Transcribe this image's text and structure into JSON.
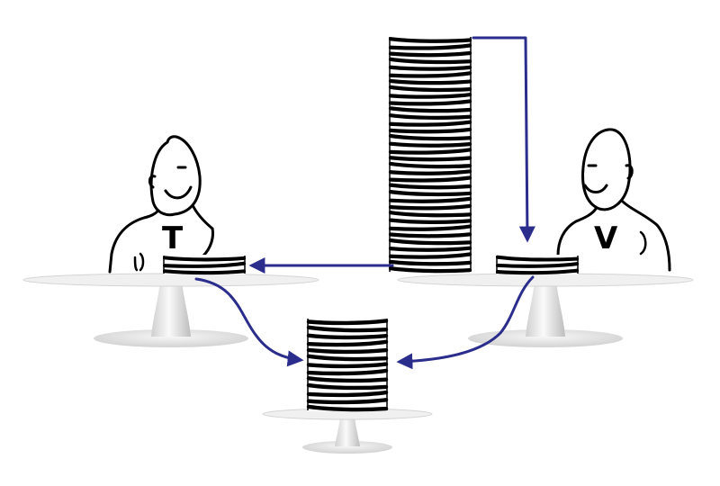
{
  "people": {
    "left": {
      "letter": "T"
    },
    "right": {
      "letter": "V"
    }
  },
  "stacks": {
    "source": {
      "plates": 34
    },
    "left": {
      "plates": 3
    },
    "right": {
      "plates": 3
    },
    "combined": {
      "plates": 13
    }
  },
  "colors": {
    "arrow": "#2b2d8c",
    "plate_edge": "#000000",
    "plate_fill": "#ffffff",
    "table_top": "#f2f2f2",
    "table_shade": "#d9d9d9"
  }
}
